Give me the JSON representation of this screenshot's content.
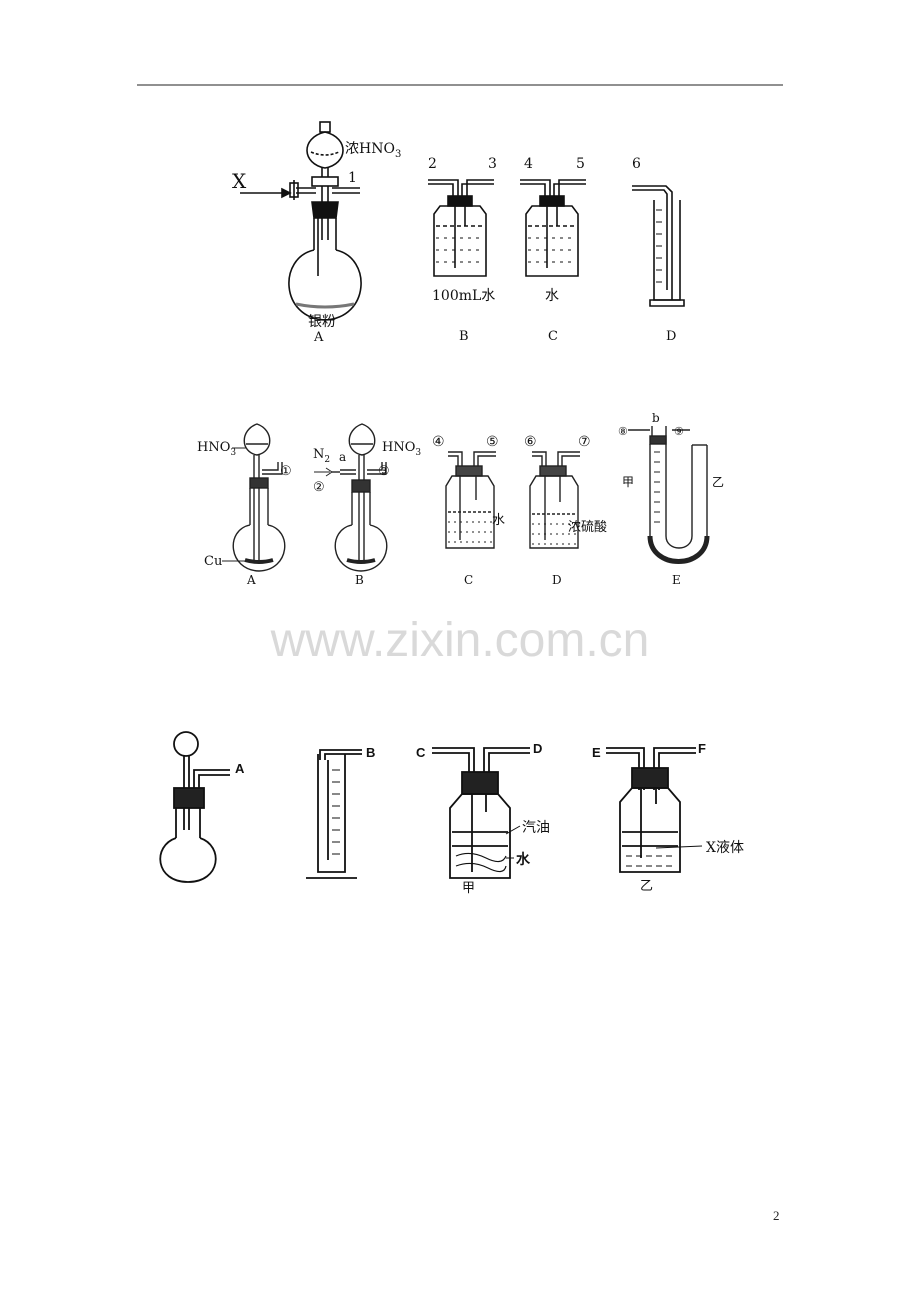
{
  "figure1": {
    "labels": {
      "x": "X",
      "acid": "浓HNO",
      "acid_sub": "3",
      "port1": "1",
      "silver": "银粉",
      "p2": "2",
      "p3": "3",
      "p4": "4",
      "p5": "5",
      "p6": "6",
      "water100": "100mL水",
      "water": "水"
    },
    "captions": [
      "A",
      "B",
      "C",
      "D"
    ]
  },
  "figure2": {
    "labels": {
      "hno3_left": "HNO",
      "hno3_left_sub": "3",
      "circ1": "①",
      "cu": "Cu",
      "n2": "N",
      "n2_sub": "2",
      "a": "a",
      "circ2": "②",
      "hno3_right": "HNO",
      "hno3_right_sub": "3",
      "circ3": "③",
      "circ4": "④",
      "circ5": "⑤",
      "water": "水",
      "circ6": "⑥",
      "circ7": "⑦",
      "h2so4": "浓硫酸",
      "b": "b",
      "circ8": "⑧",
      "circ9": "⑨",
      "jia": "甲",
      "yi": "乙"
    },
    "captions": [
      "A",
      "B",
      "C",
      "D",
      "E"
    ]
  },
  "watermark": "www.zixin.com.cn",
  "figure3": {
    "labels": {
      "A": "A",
      "B": "B",
      "C": "C",
      "D": "D",
      "E": "E",
      "F": "F",
      "gasoline": "汽油",
      "water": "水",
      "xliquid": "X液体",
      "jia": "甲",
      "yi": "乙"
    }
  },
  "page_number": "2"
}
